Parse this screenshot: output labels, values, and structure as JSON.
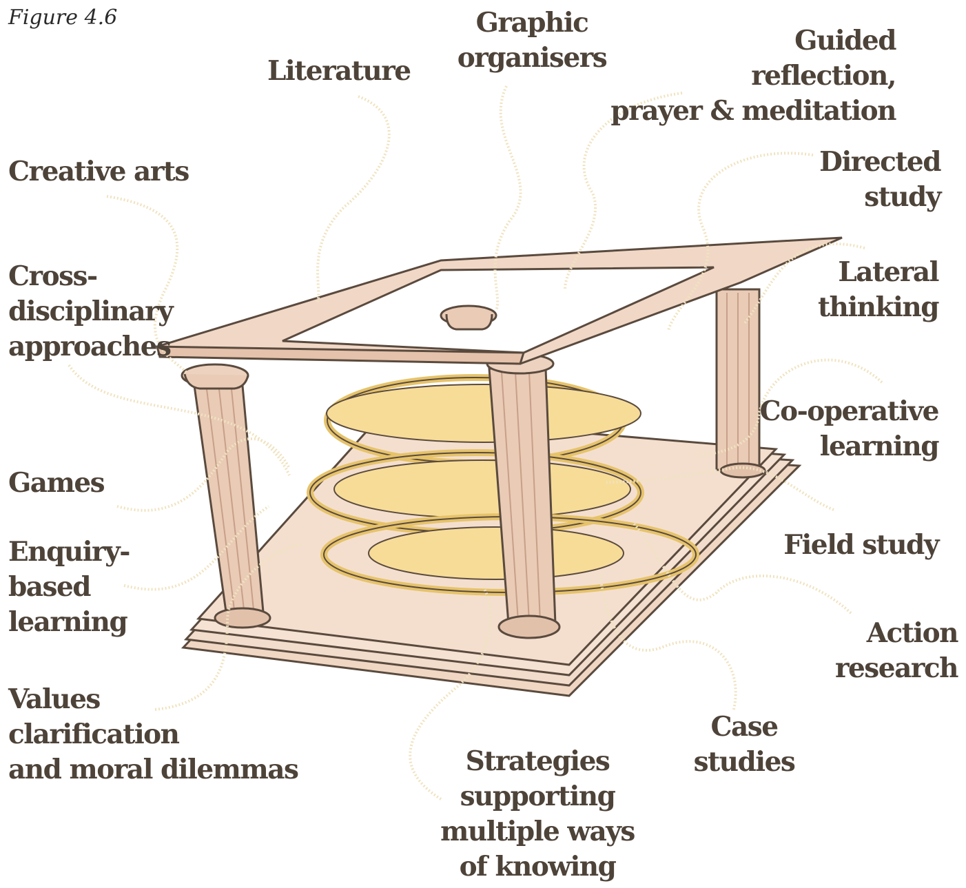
{
  "caption": "Figure 4.6",
  "colors": {
    "pillar": "#e9cbb6",
    "pillar_shade": "#c89f88",
    "outline": "#5a4a3e",
    "disc": "#f7dc98",
    "spiral": "#e6c36a",
    "connector": "#f5ecd2",
    "label": "#4e4339"
  },
  "labels": {
    "literature": "Literature",
    "graphic_organisers": "Graphic\norganisers",
    "guided_reflection": "Guided\nreflection,\nprayer & meditation",
    "creative_arts": "Creative arts",
    "directed_study": "Directed\nstudy",
    "cross_disciplinary": "Cross-\ndisciplinary\napproaches",
    "lateral_thinking": "Lateral\nthinking",
    "cooperative_learning": "Co-operative\nlearning",
    "games": "Games",
    "enquiry_based": "Enquiry-\nbased\nlearning",
    "field_study": "Field study",
    "action_research": "Action research",
    "values_clarification": "Values\nclarification\nand moral dilemmas",
    "case_studies": "Case\nstudies",
    "strategies_multiple": "Strategies\nsupporting\nmultiple ways\nof knowing"
  }
}
